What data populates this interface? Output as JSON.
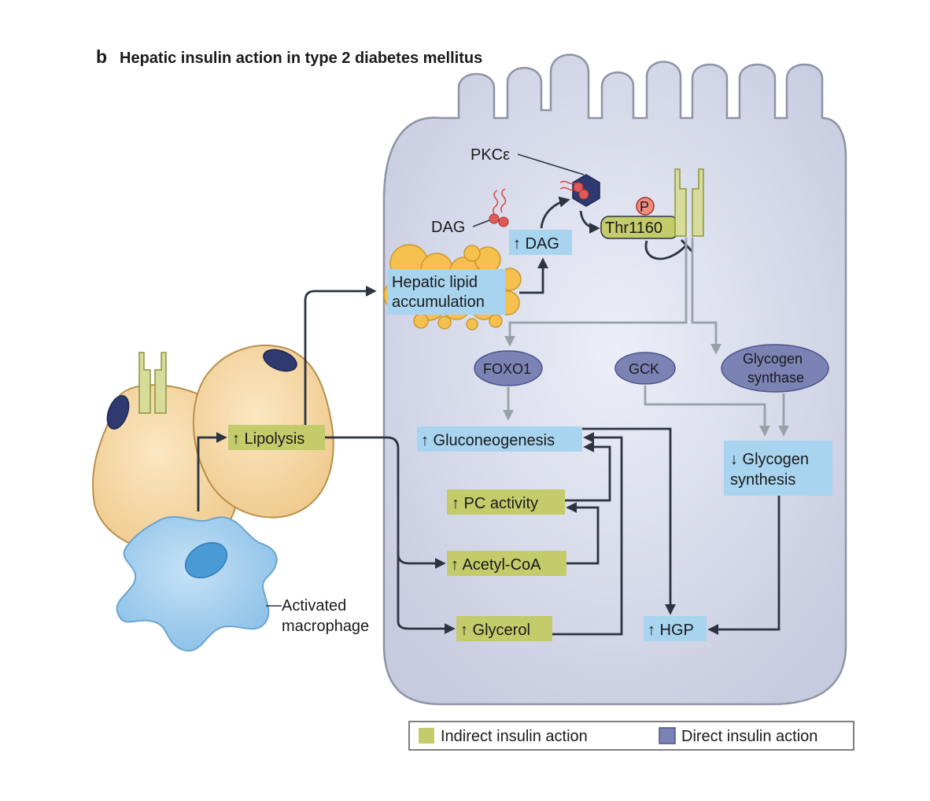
{
  "panel_letter": "b",
  "title": "Hepatic insulin action in type 2 diabetes mellitus",
  "labels": {
    "pkc": "PKCε",
    "dag": "DAG",
    "up_dag": "↑ DAG",
    "p": "P",
    "thr": "Thr1160",
    "lipid_line1": "Hepatic lipid",
    "lipid_line2": "accumulation",
    "foxo1": "FOXO1",
    "gck": "GCK",
    "glycogen_synthase_line1": "Glycogen",
    "glycogen_synthase_line2": "synthase",
    "gluconeogenesis": "↑ Gluconeogenesis",
    "glycogen_synthesis_line1": "↓ Glycogen",
    "glycogen_synthesis_line2": "synthesis",
    "lipolysis": "↑ Lipolysis",
    "pc_activity": "↑ PC activity",
    "acetyl_coa": "↑ Acetyl-CoA",
    "glycerol": "↑ Glycerol",
    "hgp": "↑ HGP",
    "macrophage_line1": "Activated",
    "macrophage_line2": "macrophage"
  },
  "legend": {
    "indirect": "Indirect insulin action",
    "direct": "Direct insulin action"
  },
  "colors": {
    "hepatocyte": "#d9dbec",
    "hepatocyte_outline": "#8f93a6",
    "indirect_green": "#c3cb6a",
    "direct_blue": "#a8d4ef",
    "oval_purple": "#7b82b4",
    "adipocyte": "#f6d7a0",
    "macrophage": "#a6d0ee",
    "lipid_droplet": "#f5c04e",
    "dark_arrow": "#2c3440",
    "grey_arrow": "#97a2a8"
  }
}
